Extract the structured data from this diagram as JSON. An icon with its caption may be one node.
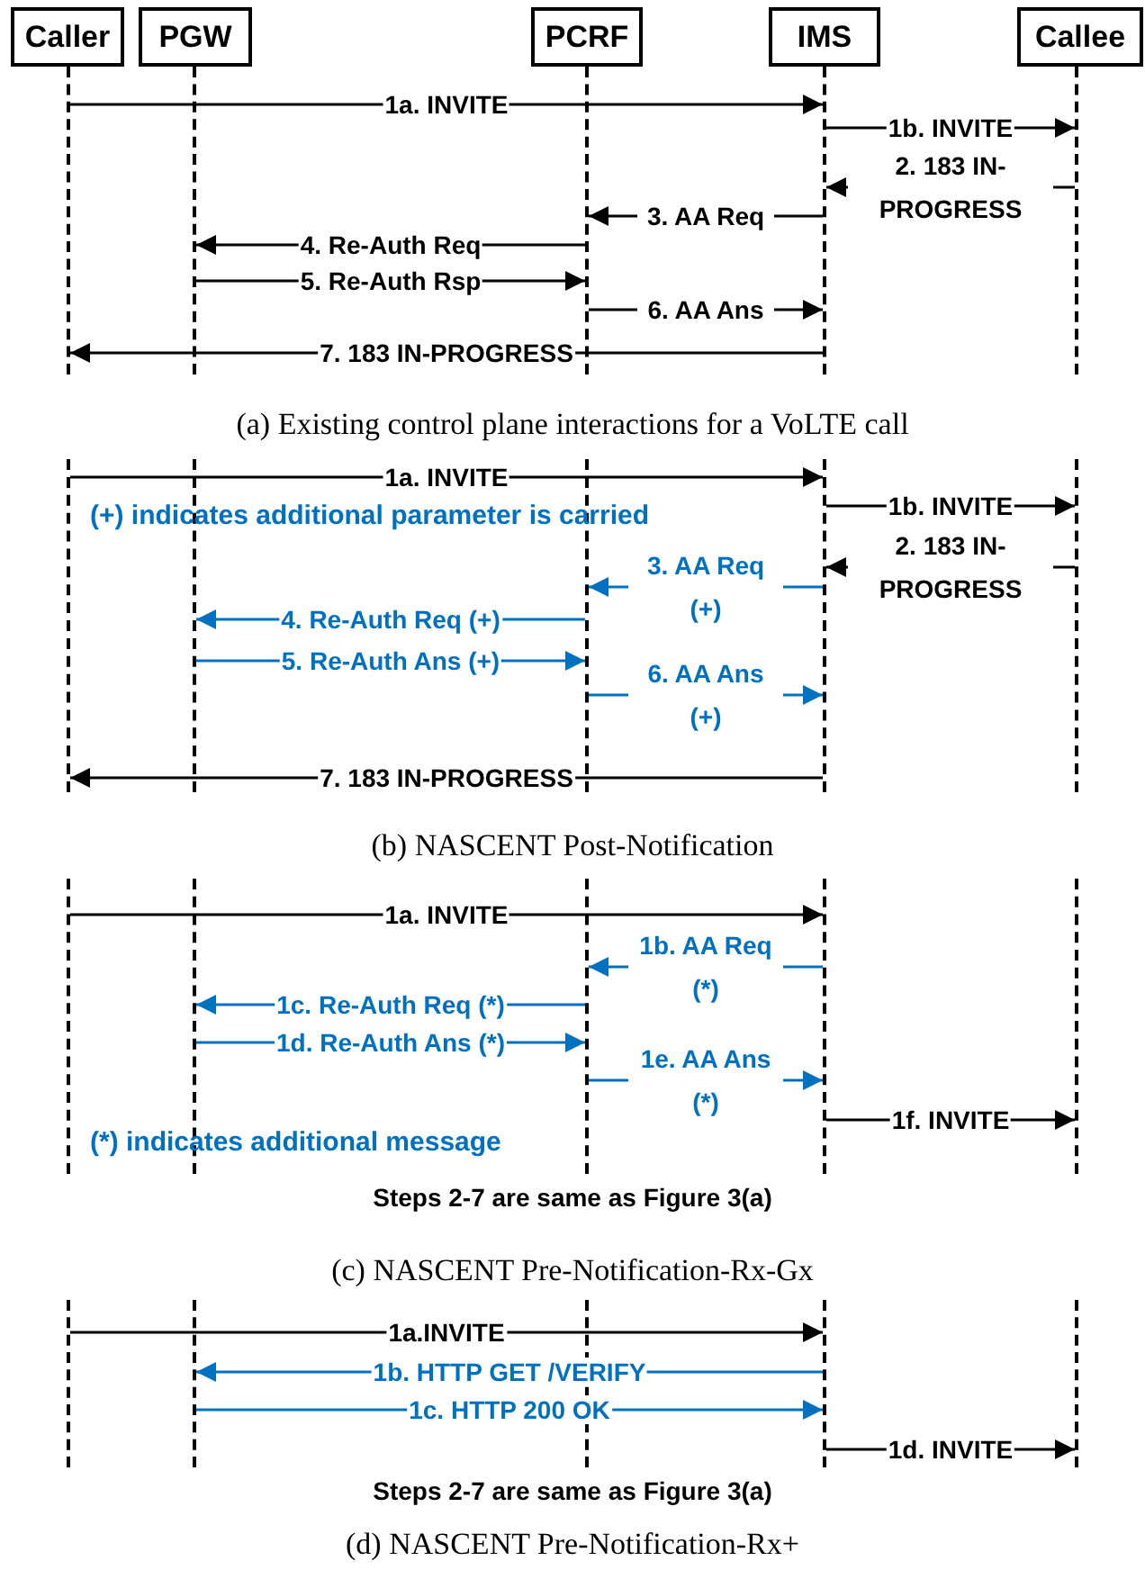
{
  "diagram": {
    "nodes": [
      {
        "text": [
          "Caller"
        ]
      },
      {
        "text": [
          "PGW"
        ]
      },
      {
        "text": [
          "PCRF"
        ]
      },
      {
        "text": [
          "IMS"
        ]
      },
      {
        "text": [
          "Callee"
        ]
      },
      {
        "text": [],
        "shape": "line"
      },
      {
        "text": [],
        "shape": "line"
      },
      {
        "text": [],
        "shape": "line"
      },
      {
        "text": [],
        "shape": "line"
      },
      {
        "text": [],
        "shape": "line"
      },
      {
        "text": [],
        "shape": "line"
      },
      {
        "text": [],
        "shape": "line"
      },
      {
        "text": [],
        "shape": "line"
      },
      {
        "text": [],
        "shape": "line"
      },
      {
        "text": [],
        "shape": "line"
      },
      {
        "text": [],
        "shape": "line"
      },
      {
        "text": [],
        "shape": "line"
      },
      {
        "text": [],
        "shape": "line"
      },
      {
        "text": [],
        "shape": "line"
      },
      {
        "text": [],
        "shape": "line"
      },
      {
        "text": [],
        "shape": "line"
      },
      {
        "text": [],
        "shape": "line"
      },
      {
        "text": [],
        "shape": "line"
      },
      {
        "text": [],
        "shape": "line"
      },
      {
        "text": [],
        "shape": "line"
      }
    ],
    "edges": [
      {
        "from": 5,
        "to": 8,
        "arrow": "to",
        "label": "1a. INVITE"
      },
      {
        "from": 8,
        "to": 9,
        "arrow": "to",
        "label": "1b. INVITE"
      },
      {
        "from": 9,
        "to": 8,
        "arrow": "to",
        "label": "2. 183 IN-PROGRESS"
      },
      {
        "from": 8,
        "to": 7,
        "arrow": "to",
        "label": "3. AA Req"
      },
      {
        "from": 7,
        "to": 6,
        "arrow": "to",
        "label": "4. Re-Auth Req"
      },
      {
        "from": 6,
        "to": 7,
        "arrow": "to",
        "label": "5. Re-Auth Rsp"
      },
      {
        "from": 7,
        "to": 8,
        "arrow": "to",
        "label": "6. AA Ans"
      },
      {
        "from": 8,
        "to": 5,
        "arrow": "to",
        "label": "7. 183 IN-PROGRESS"
      },
      {
        "from": 10,
        "to": 13,
        "arrow": "to",
        "label": "1a. INVITE"
      },
      {
        "from": 13,
        "to": 14,
        "arrow": "to",
        "label": "1b. INVITE"
      },
      {
        "from": 14,
        "to": 13,
        "arrow": "to",
        "label": "2. 183 IN-PROGRESS"
      },
      {
        "from": 13,
        "to": 12,
        "arrow": "to",
        "label": "3. AA Req (+)",
        "color": "#0070c0"
      },
      {
        "from": 12,
        "to": 11,
        "arrow": "to",
        "label": "4. Re-Auth Req (+)",
        "color": "#0070c0"
      },
      {
        "from": 11,
        "to": 12,
        "arrow": "to",
        "label": "5. Re-Auth Ans (+)",
        "color": "#0070c0"
      },
      {
        "from": 12,
        "to": 13,
        "arrow": "to",
        "label": "6. AA Ans (+)",
        "color": "#0070c0"
      },
      {
        "from": 13,
        "to": 10,
        "arrow": "to",
        "label": "7. 183 IN-PROGRESS"
      },
      {
        "from": 15,
        "to": 18,
        "arrow": "to",
        "label": "1a. INVITE"
      },
      {
        "from": 18,
        "to": 17,
        "arrow": "to",
        "label": "1b. AA Req (*)",
        "color": "#0070c0"
      },
      {
        "from": 17,
        "to": 16,
        "arrow": "to",
        "label": "1c. Re-Auth Req (*)",
        "color": "#0070c0"
      },
      {
        "from": 16,
        "to": 17,
        "arrow": "to",
        "label": "1d. Re-Auth Ans (*)",
        "color": "#0070c0"
      },
      {
        "from": 17,
        "to": 18,
        "arrow": "to",
        "label": "1e. AA Ans (*)",
        "color": "#0070c0"
      },
      {
        "from": 18,
        "to": 19,
        "arrow": "to",
        "label": "1f. INVITE"
      },
      {
        "from": 20,
        "to": 23,
        "arrow": "to",
        "label": "1a.INVITE"
      },
      {
        "from": 23,
        "to": 21,
        "arrow": "to",
        "label": "1b. HTTP GET /VERIFY",
        "color": "#0070c0"
      },
      {
        "from": 21,
        "to": 23,
        "arrow": "to",
        "label": "1c. HTTP 200 OK",
        "color": "#0070c0"
      },
      {
        "from": 23,
        "to": 24,
        "arrow": "to",
        "label": "1d. INVITE"
      }
    ],
    "labels": [
      "(a) Existing control plane interactions for a VoLTE call",
      "(+) indicates additional parameter is carried",
      "(b) NASCENT Post-Notification",
      "(*) indicates additional message",
      "Steps 2-7 are same as Figure 3(a)",
      "(c) NASCENT Pre-Notification-Rx-Gx",
      "Steps 2-7 are same as Figure 3(a)",
      "(d) NASCENT Pre-Notification-Rx+"
    ]
  }
}
